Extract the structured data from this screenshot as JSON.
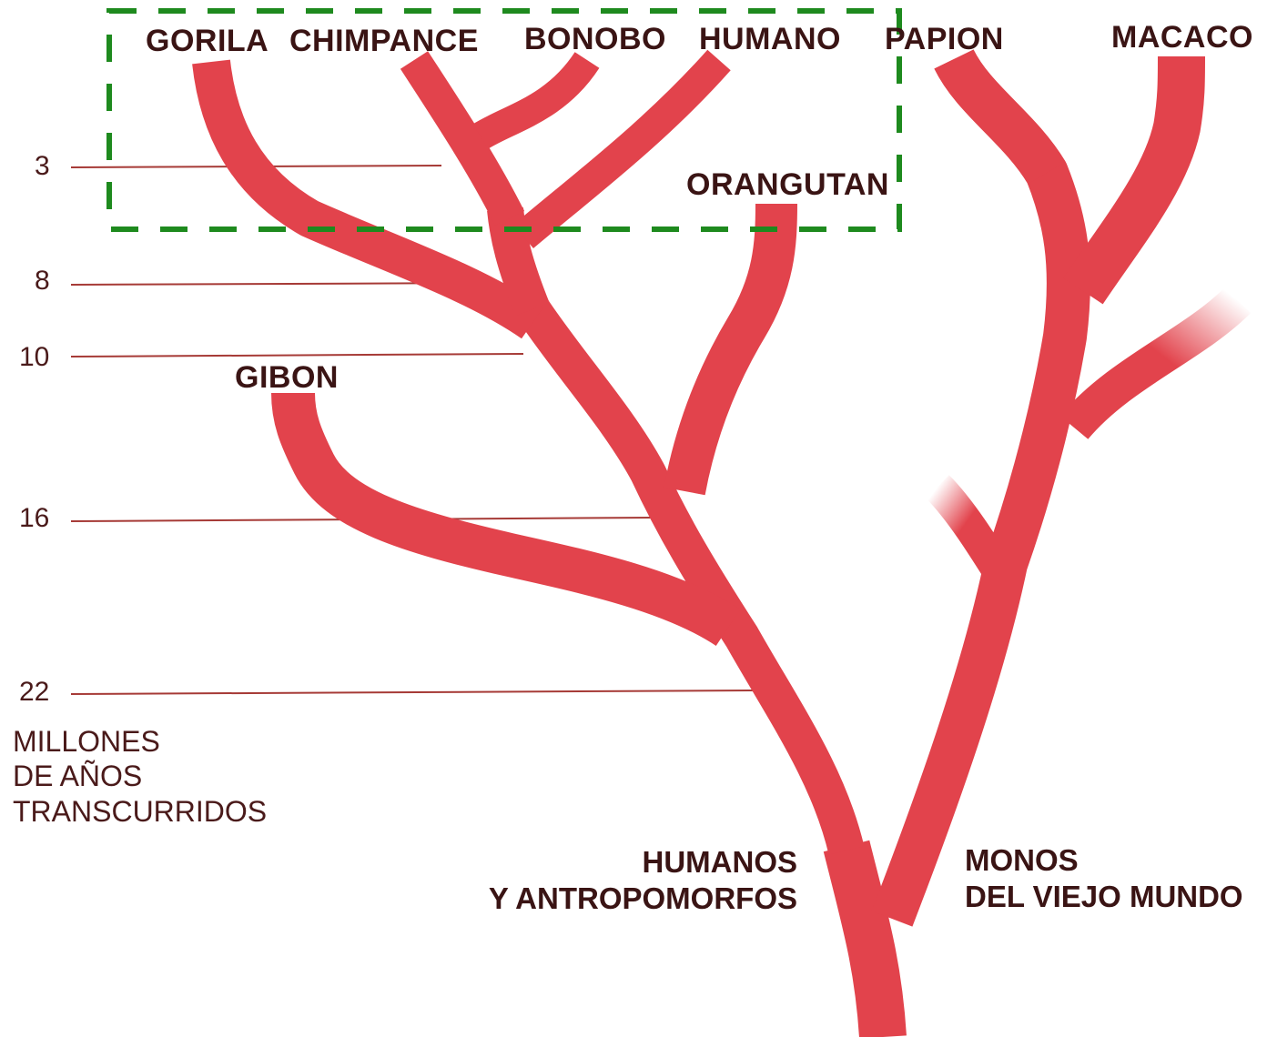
{
  "species": {
    "gorila": "GORILA",
    "chimpance": "CHIMPANCE",
    "bonobo": "BONOBO",
    "humano": "HUMANO",
    "papion": "PAPION",
    "macaco": "MACACO",
    "orangutan": "ORANGUTAN",
    "gibon": "GIBON"
  },
  "groups": {
    "humanos_antropomorfos": [
      "HUMANOS",
      "Y ANTROPOMORFOS"
    ],
    "monos_viejo_mundo": [
      "MONOS",
      "DEL VIEJO MUNDO"
    ]
  },
  "time_axis": {
    "ticks": [
      "3",
      "8",
      "10",
      "16",
      "22"
    ],
    "title": [
      "MILLONES",
      "DE AÑOS",
      "TRANSCURRIDOS"
    ]
  },
  "colors": {
    "branch": "#e2434c",
    "text": "#3a1414",
    "tick_line": "#a63a36",
    "highlight_box": "#1e8a1e"
  }
}
